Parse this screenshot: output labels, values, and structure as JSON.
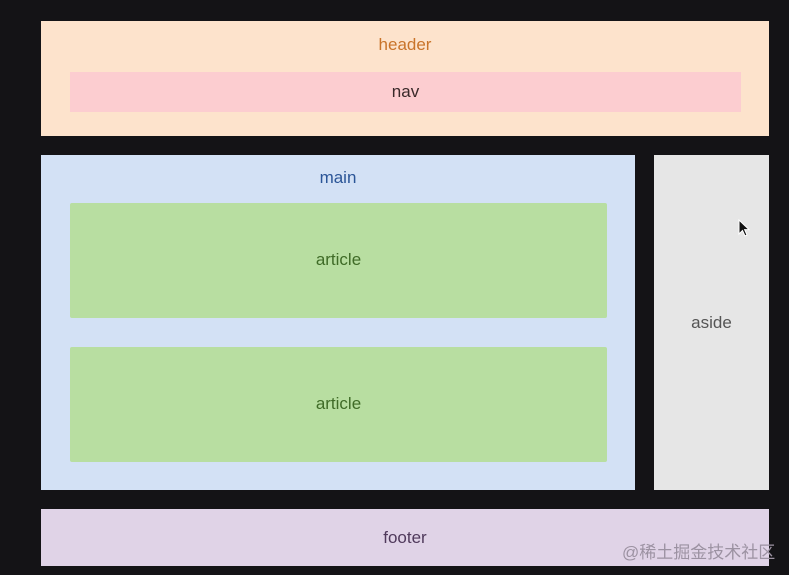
{
  "diagram": {
    "header": {
      "label": "header",
      "color": "#fde3cc"
    },
    "nav": {
      "label": "nav",
      "color": "#fccdd0"
    },
    "main": {
      "label": "main",
      "color": "#d3e1f5"
    },
    "articles": [
      {
        "label": "article",
        "color": "#b8dea1"
      },
      {
        "label": "article",
        "color": "#b8dea1"
      }
    ],
    "aside": {
      "label": "aside",
      "color": "#e6e6e6"
    },
    "footer": {
      "label": "footer",
      "color": "#e0d3e7"
    }
  },
  "watermark": "@稀土掘金技术社区",
  "cursor": {
    "icon": "mouse-pointer-icon"
  }
}
